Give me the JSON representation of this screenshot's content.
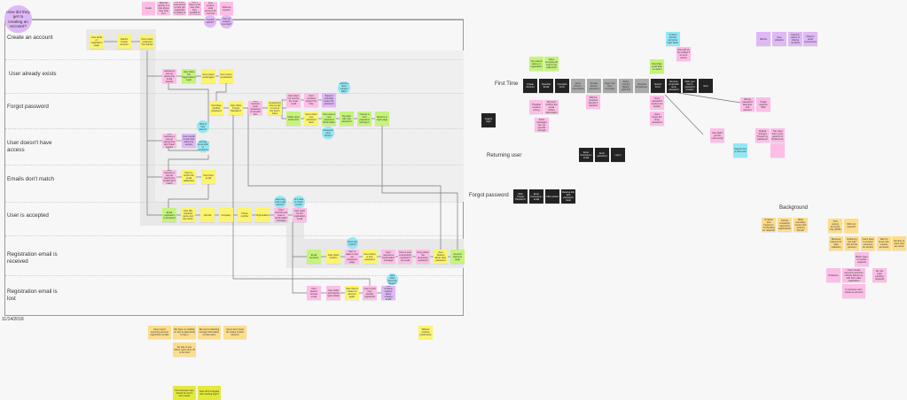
{
  "board": {
    "date": "11/14/2018",
    "title_circle": "How did they get to creating an account?",
    "lanes": [
      "Create an account",
      "User already exists",
      "Forgot password",
      "User doesn't have access",
      "Emails don't match",
      "User is accepted",
      "Registration email is received",
      "Registration email is lost"
    ],
    "right_labels": {
      "first_time": "First Time",
      "returning_user": "Returning user",
      "forgot_password": "Forgot password",
      "background": "Background"
    }
  },
  "colors": {
    "pink": "#fdbde6",
    "yellow": "#fbf46c",
    "green": "#c5f47a",
    "purple": "#dfb8f7",
    "cyan": "#93e8f6",
    "dark": "#232323",
    "gray": "#a9a9a9",
    "orange": "#fddd8c",
    "lime": "#e3ea3c",
    "background": "#f7f7f7"
  },
  "stickies": [
    {
      "text": "Goals",
      "c": "pink"
    },
    {
      "text": "Was the person in a role where they took on it",
      "c": "pink"
    },
    {
      "text": "Are there instructions to help get registered or added to account",
      "c": "pink"
    },
    {
      "text": "Was it clear to the user that they needed to be invited",
      "c": "pink"
    },
    {
      "text": "Updated as a system-wide account for one-time users",
      "c": "pink"
    },
    {
      "text": "Observe issues?",
      "c": "pink"
    },
    {
      "text": "Trusted admin?",
      "c": "purple",
      "circle": true
    },
    {
      "text": "Can we support one step?",
      "c": "purple",
      "circle": true
    },
    {
      "text": "User lands on registration page",
      "c": "yellow"
    },
    {
      "text": "Selects Create Account",
      "c": "yellow"
    },
    {
      "text": "User enters email and hits Submit",
      "c": "yellow"
    },
    {
      "text": "User receives a pop-up saying the email already exists",
      "c": "pink"
    },
    {
      "text": "User clicks the Organization's Login",
      "c": "green"
    },
    {
      "text": "User enters email again",
      "c": "yellow"
    },
    {
      "text": "User enters a password",
      "c": "yellow"
    },
    {
      "text": "User likes another password",
      "c": "yellow"
    },
    {
      "text": "User clicks 'Forgot Password'",
      "c": "yellow"
    },
    {
      "text": "User receives reset password email with link",
      "c": "pink"
    },
    {
      "text": "A password reset email is sent to the user's inbox",
      "c": "yellow"
    },
    {
      "text": "User does not receive the reset email",
      "c": "pink"
    },
    {
      "text": "User contacts support for help",
      "c": "pink"
    },
    {
      "text": "Support manually resets the password",
      "c": "purple"
    },
    {
      "text": "How long does support take?",
      "c": "cyan",
      "circle": true
    },
    {
      "text": "Clicks reset button link",
      "c": "green"
    },
    {
      "text": "User enters new password twice",
      "c": "yellow"
    },
    {
      "text": "User sees a new password confirmation",
      "c": "green"
    },
    {
      "text": "Re-login with new password",
      "c": "green"
    },
    {
      "text": "Choose a new password and log in",
      "c": "green"
    },
    {
      "text": "Returns to login page",
      "c": "green"
    },
    {
      "text": "Password rules shown?",
      "c": "cyan",
      "circle": true
    },
    {
      "text": "User receives a pop-up saying they don't have access",
      "c": "pink"
    },
    {
      "text": "User needs to ask their admin for access",
      "c": "purple"
    },
    {
      "text": "Who is their admin?",
      "c": "cyan",
      "circle": true
    },
    {
      "text": "Do they know who to contact?",
      "c": "cyan",
      "circle": true
    },
    {
      "text": "User receives a pop-up saying the emails don't match",
      "c": "pink"
    },
    {
      "text": "User re-enters the email addresses",
      "c": "yellow"
    },
    {
      "text": "User fixes email",
      "c": "yellow"
    },
    {
      "text": "Email registration is accepted",
      "c": "green"
    },
    {
      "text": "User fills required name and last name",
      "c": "yellow"
    },
    {
      "text": "Job title",
      "c": "yellow"
    },
    {
      "text": "Company",
      "c": "yellow"
    },
    {
      "text": "Phone number",
      "c": "yellow"
    },
    {
      "text": "Org/Location",
      "c": "yellow"
    },
    {
      "text": "User submits and sees a confirmation message",
      "c": "pink"
    },
    {
      "text": "User waits for the registration email",
      "c": "pink"
    },
    {
      "text": "How long until email arrives?",
      "c": "cyan",
      "circle": true
    },
    {
      "text": "Is it clear to check email?",
      "c": "cyan",
      "circle": true
    },
    {
      "text": "Email received",
      "c": "green"
    },
    {
      "text": "User clicks Confirm",
      "c": "yellow"
    },
    {
      "text": "User is taken to the set password page",
      "c": "pink"
    },
    {
      "text": "User enters a new password",
      "c": "yellow"
    },
    {
      "text": "User receives a confirmation message",
      "c": "pink"
    },
    {
      "text": "User is sent a temporary password via email",
      "c": "pink"
    },
    {
      "text": "User enters the temporary password",
      "c": "pink"
    },
    {
      "text": "User Selects Enter New password",
      "c": "yellow"
    },
    {
      "text": "Account welcome page",
      "c": "green"
    },
    {
      "text": "Does link expire?",
      "c": "cyan",
      "circle": true
    },
    {
      "text": "User doesn't receive email",
      "c": "pink"
    },
    {
      "text": "User waits and checks spam folder",
      "c": "pink"
    },
    {
      "text": "User tries to create an account again",
      "c": "yellow"
    },
    {
      "text": "User is told they already registered",
      "c": "pink"
    },
    {
      "text": "User contacts support about missing email",
      "c": "purple"
    },
    {
      "text": "How often does this happen?",
      "c": "cyan",
      "circle": true
    },
    {
      "text": "Users aren't receiving account registration emails",
      "c": "orange"
    },
    {
      "text": "We have no visibility on who is attempting to log in",
      "c": "orange"
    },
    {
      "text": "We aren't collecting enough information to help users",
      "c": "orange"
    },
    {
      "text": "Users don't know the status of their account",
      "c": "orange"
    },
    {
      "text": "No way to see where users drop off in the flow",
      "c": "orange"
    },
    {
      "text": "Without existing email issue",
      "c": "yellow"
    },
    {
      "text": "The business case should be tied to user needs",
      "c": "lime"
    },
    {
      "text": "How will it integrate with existing login?",
      "c": "lime"
    },
    {
      "text": "Our placed values on registration",
      "c": "green"
    },
    {
      "text": "Does company-ID need to be collected?",
      "c": "green"
    },
    {
      "text": "Create Account",
      "c": "dark"
    },
    {
      "text": "Describe Email",
      "c": "dark"
    },
    {
      "text": "Complete Form",
      "c": "dark"
    },
    {
      "text": "Enter Phone / Area Name",
      "c": "gray"
    },
    {
      "text": "Provide Email / password",
      "c": "gray"
    },
    {
      "text": "Enter Job Title / Company",
      "c": "gray"
    },
    {
      "text": "Enter Country Region (pick list)",
      "c": "gray"
    },
    {
      "text": "Describe Email/Cust.",
      "c": "gray"
    },
    {
      "text": "Submit Form",
      "c": "dark"
    },
    {
      "text": "Receive email with temp password",
      "c": "dark"
    },
    {
      "text": "Click your link to password creation",
      "c": "dark"
    },
    {
      "text": "Next",
      "c": "dark"
    },
    {
      "text": "Reminder email after no action",
      "c": "green"
    },
    {
      "text": "Custom domain accounts login faster",
      "c": "cyan"
    },
    {
      "text": "How will we be notified if an error occurs",
      "c": "pink"
    },
    {
      "text": "Possible email is wrong",
      "c": "pink"
    },
    {
      "text": "We don't confirm the email before submission",
      "c": "pink"
    },
    {
      "text": "Error messages are not specific enough",
      "c": "pink"
    },
    {
      "text": "Without received sample if required",
      "c": "pink"
    },
    {
      "text": "Temp password expires too quickly",
      "c": "pink"
    },
    {
      "text": "Users forget the temp password",
      "c": "pink"
    },
    {
      "text": "Legacy login",
      "c": "dark"
    },
    {
      "text": "Enter Username / email",
      "c": "dark"
    },
    {
      "text": "Enter password",
      "c": "dark"
    },
    {
      "text": "Log in",
      "c": "dark"
    },
    {
      "text": "Click 'Forgot Password'",
      "c": "dark"
    },
    {
      "text": "Enter Username / email",
      "c": "dark"
    },
    {
      "text": "Click submit",
      "c": "dark"
    },
    {
      "text": "Receive link with password reset",
      "c": "dark"
    },
    {
      "text": "User didn't get the reset email",
      "c": "pink"
    },
    {
      "text": "Clicked through 'Forgot my password'",
      "c": "pink"
    },
    {
      "text": "The reset link is only good for a limited time",
      "c": "pink"
    },
    {
      "text": "Support has a reset tool",
      "c": "cyan"
    },
    {
      "text": "",
      "c": "pink"
    },
    {
      "text": "Wrong password attempts lock account",
      "c": "pink"
    },
    {
      "text": "If login requires MFA",
      "c": "pink"
    },
    {
      "text": "Metrics",
      "c": "purple"
    },
    {
      "text": "User adoption",
      "c": "purple"
    },
    {
      "text": "Improve status of sharing numbers",
      "c": "purple"
    },
    {
      "text": "Need to avoid conversions",
      "c": "purple"
    },
    {
      "text": "Timeline and frequency of checking on requests",
      "c": "orange"
    },
    {
      "text": "Admins constantly approving registrations",
      "c": "orange"
    },
    {
      "text": "Minor boundary issues with existing domain",
      "c": "orange"
    },
    {
      "text": "TOU current accounts only (2018)",
      "c": "orange"
    },
    {
      "text": "SSO not required",
      "c": "orange"
    },
    {
      "text": "Business reasons for data collection",
      "c": "orange"
    },
    {
      "text": "Gathering the right info for the partners",
      "c": "orange"
    },
    {
      "text": "Users have to contact someone for access",
      "c": "orange"
    },
    {
      "text": "Want to know who creates accounts",
      "c": "orange"
    },
    {
      "text": "Number of users who are stuck",
      "c": "orange"
    },
    {
      "text": "Better ways to resolve requests",
      "c": "pink"
    },
    {
      "text": "Problems",
      "c": "pink"
    },
    {
      "text": "Users create accounts and then nobody follows up with them after registration",
      "c": "pink"
    },
    {
      "text": "No one sees pending requests",
      "c": "pink"
    },
    {
      "text": "If someone can't create an account",
      "c": "pink"
    }
  ]
}
